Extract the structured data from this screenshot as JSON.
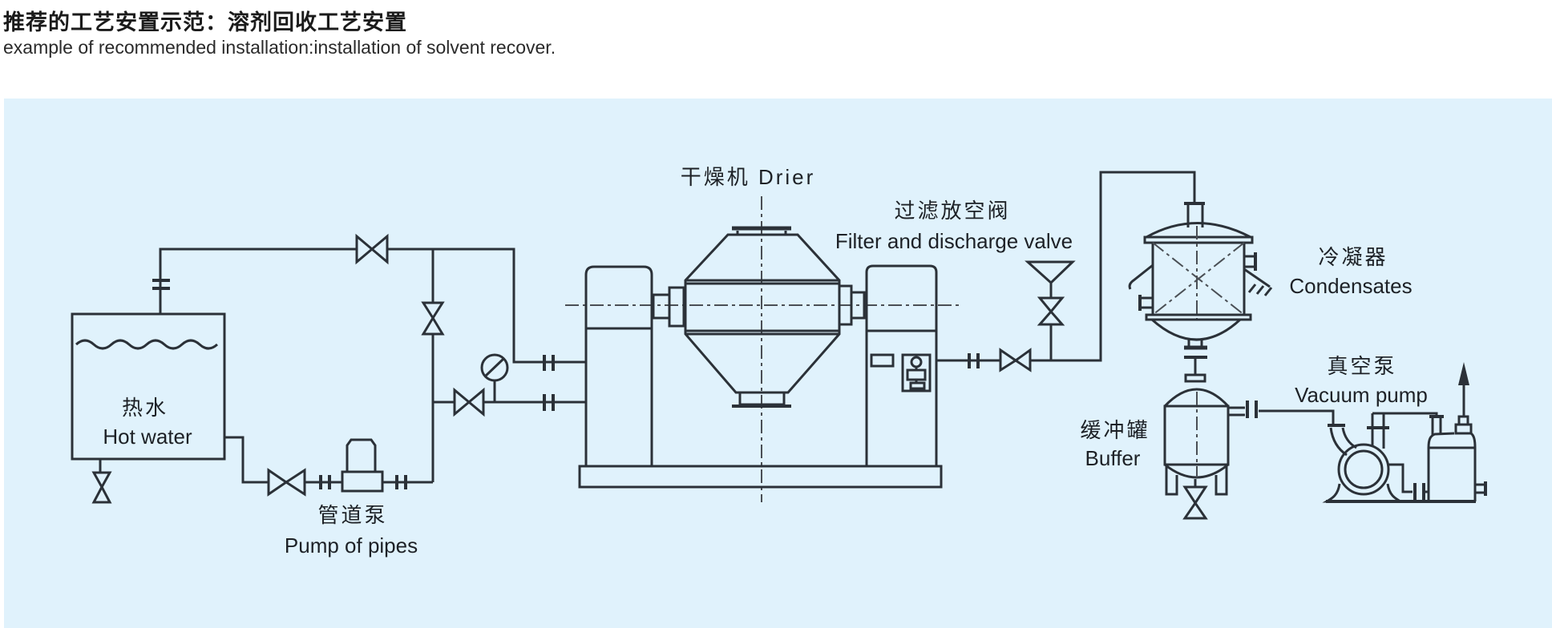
{
  "header": {
    "title_zh": "推荐的工艺安置示范：溶剂回收工艺安置",
    "subtitle_en": "example of recommended installation:installation of solvent recover."
  },
  "labels": {
    "drier": "干燥机 Drier",
    "hot_water_zh": "热水",
    "hot_water_en": "Hot water",
    "pipe_pump_zh": "管道泵",
    "pipe_pump_en": "Pump of pipes",
    "filter_zh": "过滤放空阀",
    "filter_en": "Filter and discharge valve",
    "condenser_zh": "冷凝器",
    "condenser_en": "Condensates",
    "buffer_zh": "缓冲罐",
    "buffer_en": "Buffer",
    "vacuum_zh": "真空泵",
    "vacuum_en": "Vacuum pump"
  },
  "colors": {
    "panel_bg": "#e0f2fc",
    "line": "#2b3138",
    "text": "#1d2126"
  }
}
